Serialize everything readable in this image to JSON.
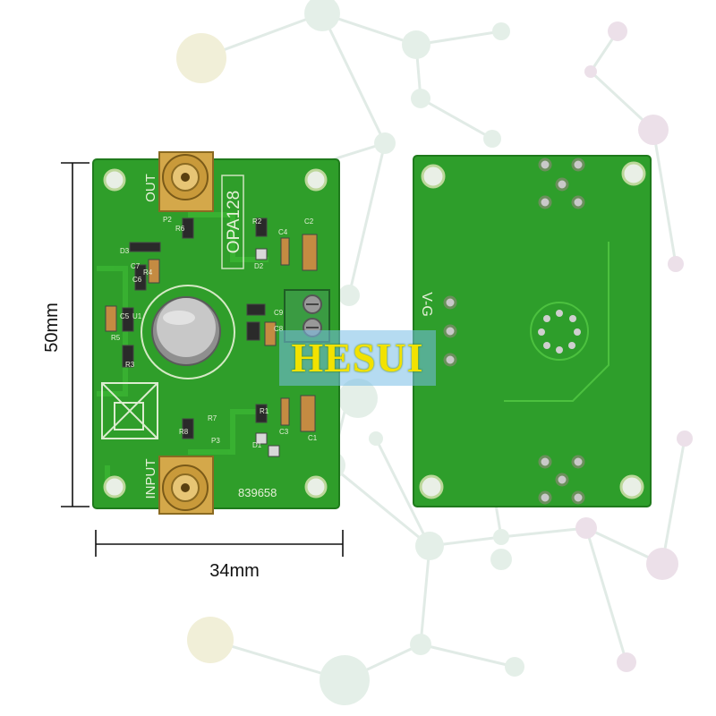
{
  "dimensions": {
    "height": "50mm",
    "width": "34mm"
  },
  "watermark": "HESUI",
  "front_board": {
    "chip_label": "OPA128",
    "connector_out": "OUT",
    "connector_in": "INPUT",
    "serial": "839658",
    "refs": [
      "P2",
      "R6",
      "R2",
      "C2",
      "C4",
      "D2",
      "D3",
      "C7",
      "C6",
      "R4",
      "R5",
      "C5",
      "R3",
      "U1",
      "C9",
      "C8",
      "C3",
      "R1",
      "C1",
      "D1",
      "R7",
      "R8",
      "P3"
    ]
  },
  "back_board": {
    "pin_label": "V-G"
  }
}
